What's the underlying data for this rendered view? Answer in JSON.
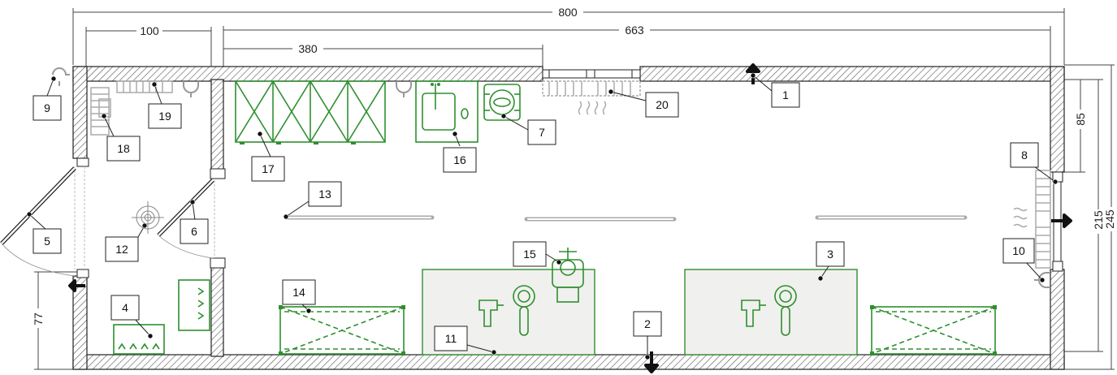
{
  "dimensions": {
    "total_length": "800",
    "inner_length": "663",
    "partition_span": "380",
    "vestibule_width": "100",
    "right_upper": "85",
    "right_inner": "215",
    "right_outer": "245",
    "left_lower": "77"
  },
  "callouts": [
    {
      "number": "1"
    },
    {
      "number": "2"
    },
    {
      "number": "3"
    },
    {
      "number": "4"
    },
    {
      "number": "5"
    },
    {
      "number": "6"
    },
    {
      "number": "7"
    },
    {
      "number": "8"
    },
    {
      "number": "9"
    },
    {
      "number": "10"
    },
    {
      "number": "11"
    },
    {
      "number": "12"
    },
    {
      "number": "13"
    },
    {
      "number": "14"
    },
    {
      "number": "15"
    },
    {
      "number": "16"
    },
    {
      "number": "17"
    },
    {
      "number": "18"
    },
    {
      "number": "19"
    },
    {
      "number": "20"
    }
  ],
  "colors": {
    "wall_stroke": "#222222",
    "equipment": "#2f8f2f",
    "fixtures_grey": "#aaaaaa",
    "table_fill": "#f0f0ee"
  },
  "icons": [
    "outlet-icon",
    "light-tube-icon",
    "heater-icon",
    "sink-icon",
    "stove-icon",
    "shower-drain-icon",
    "drill-icon",
    "door-arrow-icon"
  ]
}
